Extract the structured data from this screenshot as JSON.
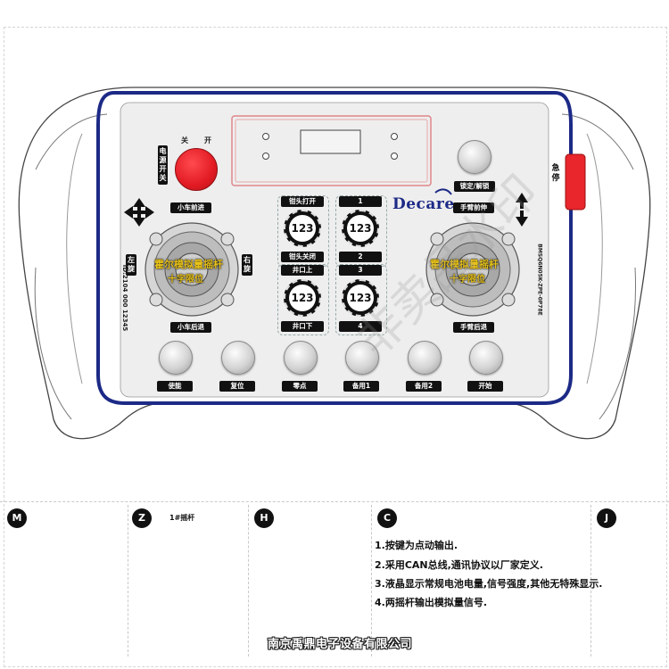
{
  "device": {
    "power_label": "电源开关",
    "power_off": "关",
    "power_on": "开",
    "lock_label": "锁定/解锁",
    "estop_label": "急停",
    "brand": "Decare",
    "serial_left": "ID:2104 000 12345",
    "serial_right": "BMSQ6N05K-ZPE-0P78E",
    "watermark": "非卖品水印"
  },
  "left_stick": {
    "top": "小车前进",
    "bottom": "小车后退",
    "left": "左旋",
    "right": "右旋",
    "caption1": "霍尔模拟量摇杆",
    "caption2": "十字限位"
  },
  "right_stick": {
    "top": "手臂前伸",
    "bottom": "手臂后退",
    "caption1": "霍尔模拟量摇杆",
    "caption2": "十字限位"
  },
  "knob_groups": [
    {
      "top": "钳头打开",
      "bottom": "钳头关闭",
      "face": "123"
    },
    {
      "top": "1",
      "bottom": "2",
      "face": "123"
    },
    {
      "top": "井口上",
      "bottom": "井口下",
      "face": "123"
    },
    {
      "top": "3",
      "bottom": "4",
      "face": "123"
    }
  ],
  "bottom_buttons": [
    "使能",
    "复位",
    "零点",
    "备用1",
    "备用2",
    "开始"
  ],
  "legend": {
    "cells": [
      {
        "letter": "M",
        "text": ""
      },
      {
        "letter": "Z",
        "text": "1#摇杆"
      },
      {
        "letter": "H",
        "text": ""
      },
      {
        "letter": "C",
        "text": ""
      },
      {
        "letter": "J",
        "text": ""
      }
    ],
    "notes": [
      "1.按键为点动输出.",
      "2.采用CAN总线,通讯协议以厂家定义.",
      "3.液晶显示常规电池电量,信号强度,其他无特殊显示.",
      "4.两摇杆输出模拟量信号."
    ]
  },
  "company": "南京禹鼎电子设备有限公司",
  "colors": {
    "accent_blue": "#1c2a86",
    "power_red": "#e21b23",
    "estop_red": "#e8262b",
    "lcd_frame": "#e0868a",
    "panel": "#eeeeee"
  }
}
